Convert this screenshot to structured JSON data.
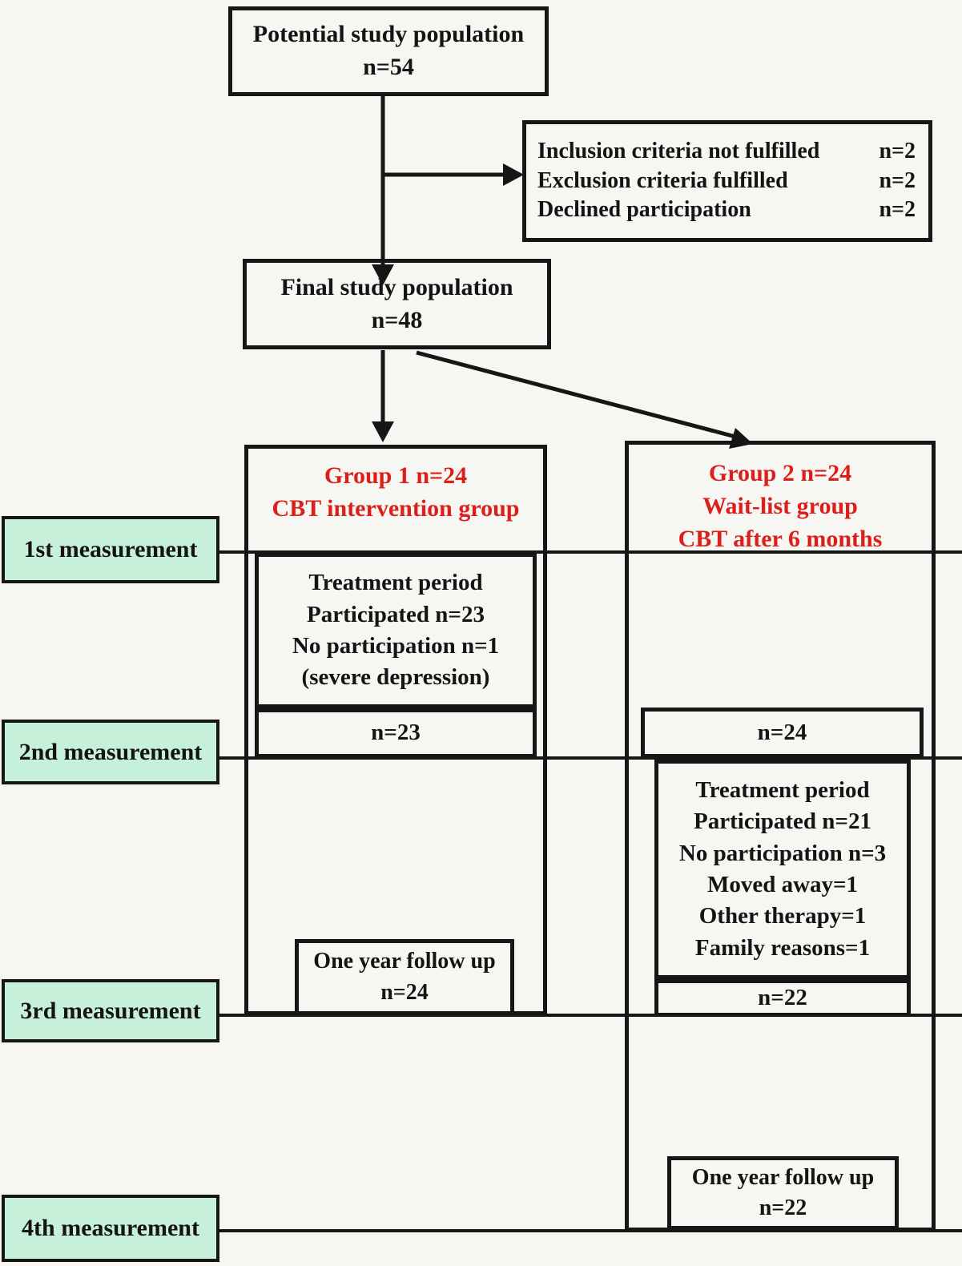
{
  "diagram": {
    "boxes": {
      "potential": {
        "line1": "Potential study population",
        "line2": "n=54"
      },
      "exclusion": {
        "rows": [
          {
            "label": "Inclusion criteria not fulfilled",
            "value": "n=2"
          },
          {
            "label": "Exclusion criteria fulfilled",
            "value": "n=2"
          },
          {
            "label": "Declined participation",
            "value": "n=2"
          }
        ]
      },
      "final": {
        "line1": "Final study population",
        "line2": "n=48"
      },
      "group1": {
        "line1": "Group 1 n=24",
        "line2": "CBT intervention group"
      },
      "group2": {
        "line1": "Group 2 n=24",
        "line2": "Wait-list group",
        "line3": "CBT after 6 months"
      },
      "treatment1": {
        "lines": [
          "Treatment period",
          "Participated n=23",
          "No participation n=1",
          "(severe depression)"
        ]
      },
      "n23": "n=23",
      "n24": "n=24",
      "treatment2": {
        "lines": [
          "Treatment period",
          "Participated n=21",
          "No participation n=3",
          "Moved away=1",
          "Other therapy=1",
          "Family reasons=1"
        ]
      },
      "n22": "n=22",
      "followup1": {
        "line1": "One year follow up",
        "line2": "n=24"
      },
      "followup2": {
        "line1": "One year follow up",
        "line2": "n=22"
      }
    },
    "measurements": [
      "1st measurement",
      "2nd measurement",
      "3rd measurement",
      "4th measurement"
    ],
    "colors": {
      "measurement_bg": "#c7f0da",
      "accent_red": "#dd1f1b",
      "line_black": "#161616",
      "paper": "#f6f6f3"
    }
  }
}
